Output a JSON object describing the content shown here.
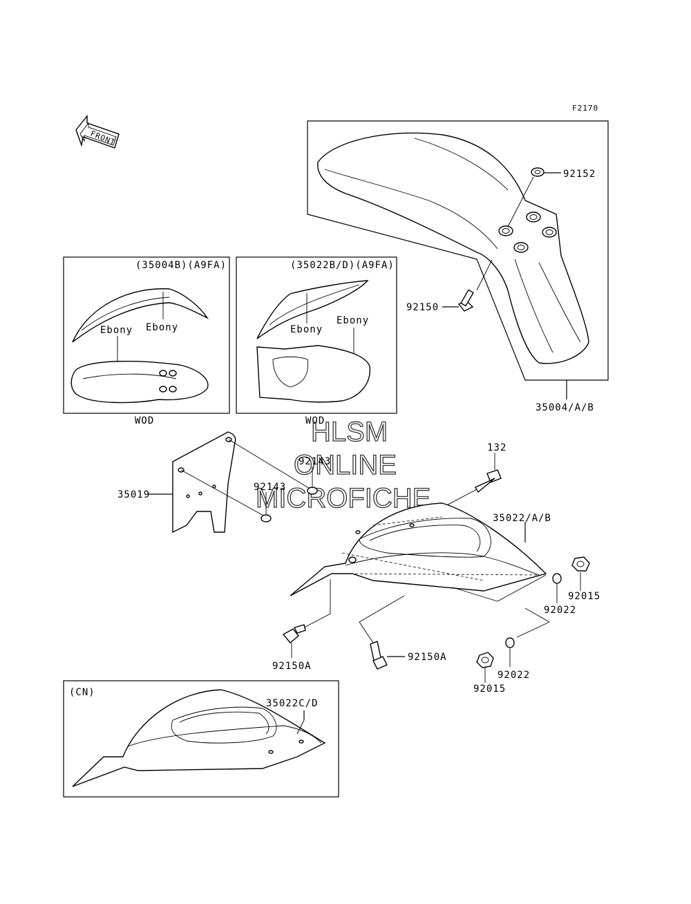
{
  "figure_code": "F2170",
  "front_arrow_text": "FRONT",
  "watermark": {
    "line1": "HLSM",
    "line2": "ONLINE",
    "line3": "MICROFICHE"
  },
  "inset_front_fender": {
    "header": "(35004B)(A9FA)",
    "callout_1": "Ebony",
    "callout_2": "Ebony",
    "footer": "WOD"
  },
  "inset_rear_fender": {
    "header": "(35022B/D)(A9FA)",
    "callout_1": "Ebony",
    "callout_2": "Ebony",
    "footer": "WOD"
  },
  "inset_cn": {
    "header": "(CN)",
    "part": "35022C/D"
  },
  "parts": {
    "p92152": "92152",
    "p92150": "92150",
    "p35004": "35004/A/B",
    "p132": "132",
    "p35019": "35019",
    "p92143a": "92143",
    "p92143b": "92143",
    "p35022": "35022/A/B",
    "p92015a": "92015",
    "p92022a": "92022",
    "p92150a_left": "92150A",
    "p92150a_right": "92150A",
    "p92022b": "92022",
    "p92015b": "92015"
  }
}
